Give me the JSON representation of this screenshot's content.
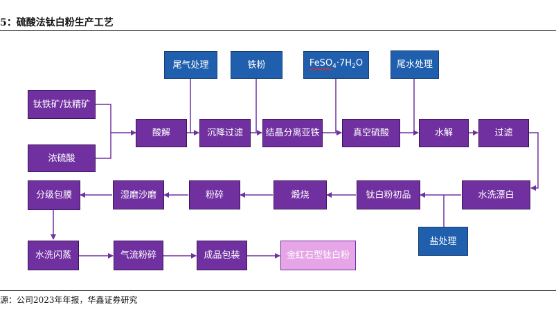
{
  "figure": {
    "title": "5：硫酸法钛白粉生产工艺",
    "source": "源：公司2023年年报，华鑫证券研究"
  },
  "nodes": {
    "ore": "钛铁矿/钛精矿",
    "acid": "浓硫酸",
    "acidolysis": "酸解",
    "settle_filter": "沉降过滤",
    "crystallize": "结晶分离亚铁",
    "conc_acid": "真空硫酸",
    "hydrolysis": "水解",
    "filter": "过滤",
    "tail_gas": "尾气处理",
    "iron_powder": "铁粉",
    "feso4": {
      "a": "FeSO",
      "b": "4",
      "c": "·7H",
      "d": "2",
      "e": "O"
    },
    "wastewater": "尾水处理",
    "wash_bleach": "水洗漂白",
    "salt_treat": "盐处理",
    "crude": "钛白粉初品",
    "calcine": "煅烧",
    "crush": "粉碎",
    "wet_grind": "湿磨沙磨",
    "classify_coat": "分级包膜",
    "wash_dry": "水洗闪蒸",
    "jet_mill": "气流粉碎",
    "package": "成品包装",
    "product": "金红石型钛白粉"
  }
}
